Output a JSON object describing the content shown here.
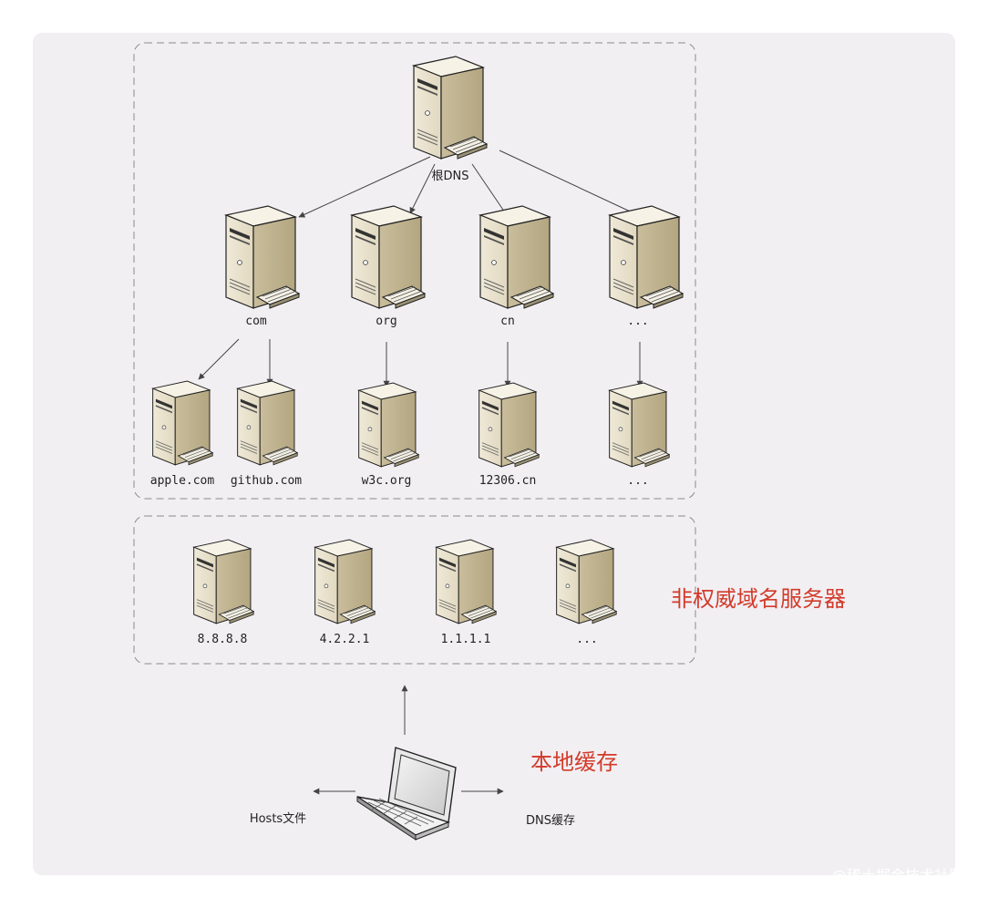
{
  "diagram": {
    "root": {
      "label": "根DNS"
    },
    "tlds": [
      {
        "id": "com",
        "label": "com"
      },
      {
        "id": "org",
        "label": "org"
      },
      {
        "id": "cn",
        "label": "cn"
      },
      {
        "id": "tld-more",
        "label": "..."
      }
    ],
    "authoritative": [
      {
        "id": "apple",
        "label": "apple.com",
        "parent": "com"
      },
      {
        "id": "github",
        "label": "github.com",
        "parent": "com"
      },
      {
        "id": "w3c",
        "label": "w3c.org",
        "parent": "org"
      },
      {
        "id": "12306",
        "label": "12306.cn",
        "parent": "cn"
      },
      {
        "id": "auth-more",
        "label": "...",
        "parent": "tld-more"
      }
    ],
    "recursive_servers": [
      {
        "id": "google",
        "label": "8.8.8.8"
      },
      {
        "id": "level3",
        "label": "4.2.2.1"
      },
      {
        "id": "cloudflare",
        "label": "1.1.1.1"
      },
      {
        "id": "rec-more",
        "label": "..."
      }
    ],
    "recursive_group_label": "非权威域名服务器",
    "client": {
      "local_cache_label": "本地缓存",
      "hosts_label": "Hosts文件",
      "dns_cache_label": "DNS缓存"
    },
    "accent_color": "#d23b2a"
  },
  "watermark": "@稀土掘金技术社区"
}
